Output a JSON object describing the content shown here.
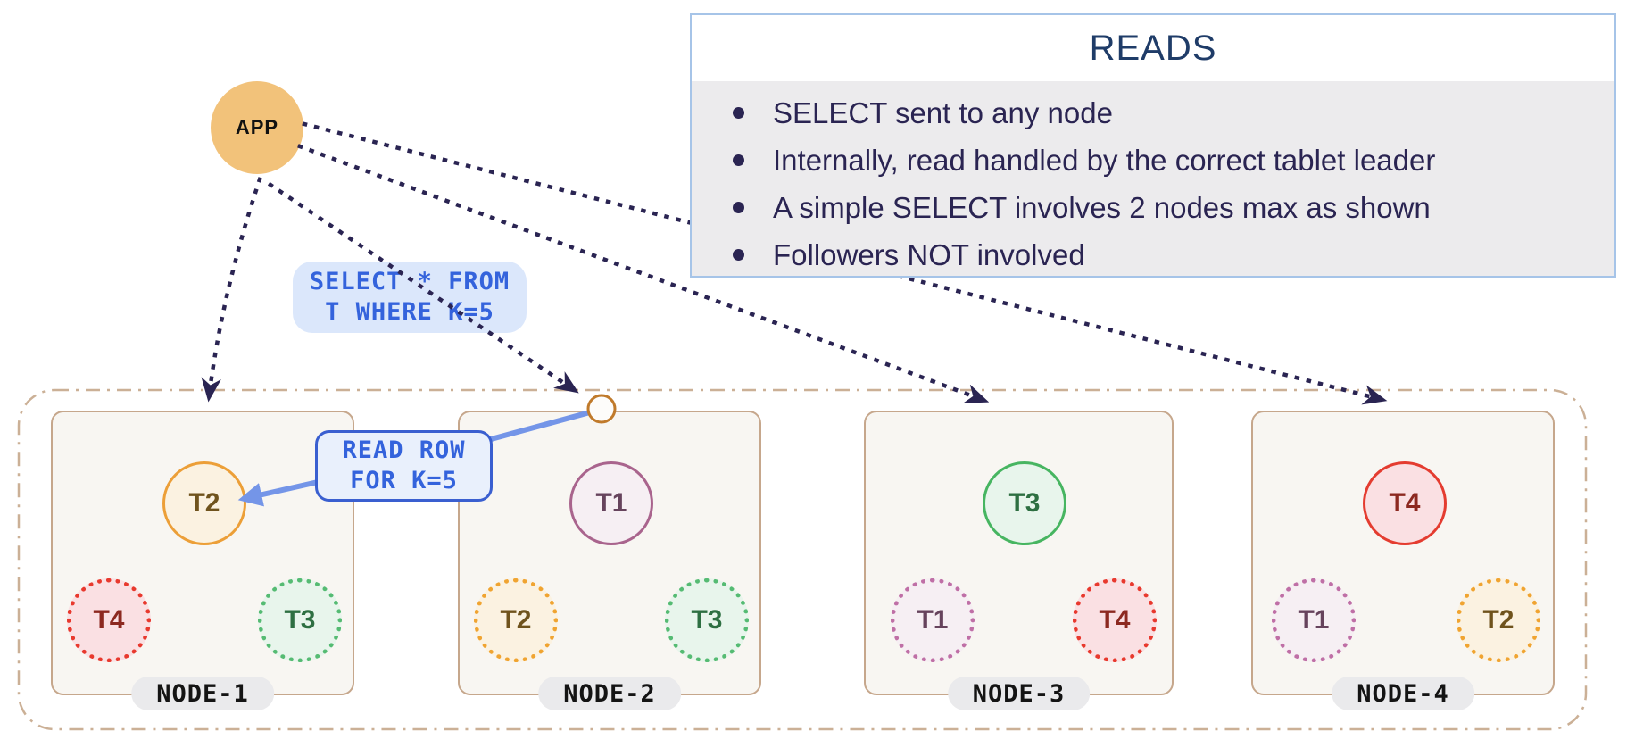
{
  "app": {
    "label": "APP"
  },
  "reads_panel": {
    "title": "READS",
    "bullets": [
      "SELECT sent to any node",
      "Internally, read handled by the correct tablet leader",
      "A simple SELECT involves 2 nodes max as shown",
      "Followers NOT involved"
    ]
  },
  "labels": {
    "query_line1": "SELECT * FROM",
    "query_line2": "T WHERE K=5",
    "read_row_line1": "READ ROW",
    "read_row_line2": "FOR K=5"
  },
  "nodes": [
    {
      "name": "NODE-1",
      "tablets": [
        {
          "label": "T2",
          "color": "orange",
          "role": "leader"
        },
        {
          "label": "T4",
          "color": "red",
          "role": "follower"
        },
        {
          "label": "T3",
          "color": "green",
          "role": "follower"
        }
      ]
    },
    {
      "name": "NODE-2",
      "tablets": [
        {
          "label": "T1",
          "color": "purple",
          "role": "leader"
        },
        {
          "label": "T2",
          "color": "orange",
          "role": "follower"
        },
        {
          "label": "T3",
          "color": "green",
          "role": "follower"
        }
      ]
    },
    {
      "name": "NODE-3",
      "tablets": [
        {
          "label": "T3",
          "color": "green",
          "role": "leader"
        },
        {
          "label": "T1",
          "color": "purple",
          "role": "follower"
        },
        {
          "label": "T4",
          "color": "red",
          "role": "follower"
        }
      ]
    },
    {
      "name": "NODE-4",
      "tablets": [
        {
          "label": "T4",
          "color": "red",
          "role": "leader"
        },
        {
          "label": "T1",
          "color": "purple",
          "role": "follower"
        },
        {
          "label": "T2",
          "color": "orange",
          "role": "follower"
        }
      ]
    }
  ],
  "colors": {
    "app_fill": "#F2C27A",
    "arrow_dotted": "#2A2452",
    "arrow_blue": "#7495E8",
    "sql_text": "#3463DC",
    "sql_bg": "#DBE7FB",
    "readrow_border": "#3A5FD0",
    "panel_border": "#A6C4E8",
    "panel_body_bg": "#ECEBED",
    "panel_title": "#1F3C68",
    "panel_text": "#2A2452",
    "node_border": "#C6A78C",
    "node_fill": "#F8F6F2",
    "container_dash": "#CBB096",
    "tablet_orange": "#EC9F38",
    "tablet_red": "#E43C30",
    "tablet_green": "#47B561",
    "tablet_purple": "#A9648D"
  }
}
